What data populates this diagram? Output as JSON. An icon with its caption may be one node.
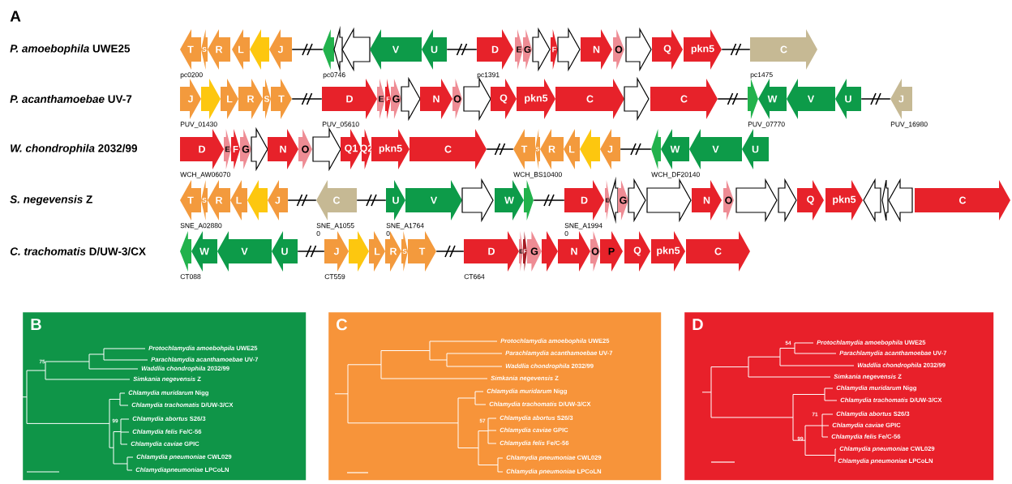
{
  "diagram": {
    "nodes": [
      {
        "text": [
          "T"
        ],
        "beside": [
          "pc0200"
        ]
      },
      {
        "text": [
          "S"
        ]
      },
      {
        "text": [
          "R"
        ]
      },
      {
        "text": [
          "L"
        ]
      },
      {
        "text": [],
        "shape": "arrow"
      },
      {
        "text": [
          "J"
        ]
      },
      {
        "text": [],
        "shape": "arrow",
        "beside": [
          "pc0746"
        ]
      },
      {
        "text": [],
        "shape": "arrow"
      },
      {
        "text": [],
        "shape": "arrow"
      },
      {
        "text": [
          "V"
        ]
      },
      {
        "text": [
          "U"
        ]
      },
      {
        "text": [
          "D"
        ],
        "beside": [
          "pc1391"
        ]
      },
      {
        "text": [
          "E"
        ]
      },
      {
        "text": [
          "G"
        ]
      },
      {
        "text": [],
        "shape": "arrow"
      },
      {
        "text": [
          "F"
        ]
      },
      {
        "text": [],
        "shape": "arrow"
      },
      {
        "text": [
          "N"
        ]
      },
      {
        "text": [
          "O"
        ]
      },
      {
        "text": [],
        "shape": "arrow"
      },
      {
        "text": [
          "Q"
        ]
      },
      {
        "text": [
          "pkn5"
        ]
      },
      {
        "text": [
          "C"
        ],
        "beside": [
          "pc1475"
        ]
      },
      {
        "text": [
          "J"
        ],
        "beside": [
          "PUV_01430"
        ]
      },
      {
        "text": [],
        "shape": "arrow"
      },
      {
        "text": [
          "L"
        ]
      },
      {
        "text": [
          "R"
        ]
      },
      {
        "text": [
          "S"
        ]
      },
      {
        "text": [
          "T"
        ]
      },
      {
        "text": [
          "D"
        ],
        "beside": [
          "PUV_05610"
        ]
      },
      {
        "text": [
          "E"
        ]
      },
      {
        "text": [
          "F"
        ]
      },
      {
        "text": [
          "G"
        ]
      },
      {
        "text": [],
        "shape": "arrow"
      },
      {
        "text": [
          "N"
        ]
      },
      {
        "text": [
          "O"
        ]
      },
      {
        "text": [],
        "shape": "arrow"
      },
      {
        "text": [
          "Q"
        ]
      },
      {
        "text": [
          "pkn5"
        ]
      },
      {
        "text": [
          "C"
        ]
      },
      {
        "text": [],
        "shape": "arrow"
      },
      {
        "text": [
          "C"
        ]
      },
      {
        "text": [],
        "shape": "arrow",
        "beside": [
          "PUV_07770"
        ]
      },
      {
        "text": [
          "W"
        ]
      },
      {
        "text": [
          "V"
        ]
      },
      {
        "text": [
          "U"
        ]
      },
      {
        "text": [
          "J"
        ],
        "beside": [
          "PUV_16980"
        ]
      },
      {
        "text": [
          "D"
        ],
        "beside": [
          "WCH_AW06070"
        ]
      },
      {
        "text": [
          "E"
        ]
      },
      {
        "text": [
          "F"
        ]
      },
      {
        "text": [
          "G"
        ]
      },
      {
        "text": [],
        "shape": "arrow"
      },
      {
        "text": [
          "N"
        ]
      },
      {
        "text": [
          "O"
        ]
      },
      {
        "text": [],
        "shape": "arrow"
      },
      {
        "text": [
          "Q1"
        ]
      },
      {
        "text": [
          "Q2"
        ]
      },
      {
        "text": [
          "pkn5"
        ]
      },
      {
        "text": [
          "C"
        ]
      },
      {
        "text": [
          "T"
        ],
        "beside": [
          "WCH_BS10400"
        ]
      },
      {
        "text": [
          "S"
        ]
      },
      {
        "text": [
          "R"
        ]
      },
      {
        "text": [
          "L"
        ]
      },
      {
        "text": [],
        "shape": "arrow"
      },
      {
        "text": [
          "J"
        ]
      },
      {
        "text": [],
        "shape": "arrow",
        "beside": [
          "WCH_DF20140"
        ]
      },
      {
        "text": [
          "W"
        ]
      },
      {
        "text": [
          "V"
        ]
      },
      {
        "text": [
          "U"
        ]
      },
      {
        "text": [
          "T"
        ],
        "beside": [
          "SNE_A02880"
        ]
      },
      {
        "text": [
          "S"
        ]
      },
      {
        "text": [
          "R"
        ]
      },
      {
        "text": [
          "L"
        ]
      },
      {
        "text": [],
        "shape": "arrow"
      },
      {
        "text": [
          "J"
        ]
      },
      {
        "text": [
          "C"
        ],
        "beside": [
          "SNE_A1055 0"
        ]
      },
      {
        "text": [
          "U"
        ],
        "beside": [
          "SNE_A1764 0"
        ]
      },
      {
        "text": [
          "V"
        ]
      },
      {
        "text": [],
        "shape": "arrow"
      },
      {
        "text": [
          "W"
        ]
      },
      {
        "text": [],
        "shape": "arrow"
      },
      {
        "text": [
          "D"
        ],
        "beside": [
          "SNE_A1994 0"
        ]
      },
      {
        "text": [
          "E"
        ]
      },
      {
        "text": [],
        "shape": "arrow"
      },
      {
        "text": [
          "G"
        ]
      },
      {
        "text": [],
        "shape": "arrow"
      },
      {
        "text": [],
        "shape": "arrow"
      },
      {
        "text": [
          "N"
        ]
      },
      {
        "text": [
          "O"
        ]
      },
      {
        "text": [],
        "shape": "arrow"
      },
      {
        "text": [],
        "shape": "arrow"
      },
      {
        "text": [
          "Q"
        ]
      },
      {
        "text": [
          "pkn5"
        ]
      },
      {
        "text": [],
        "shape": "arrow"
      },
      {
        "text": [],
        "shape": "arrow"
      },
      {
        "text": [],
        "shape": "arrow"
      },
      {
        "text": [
          "C"
        ]
      },
      {
        "text": [],
        "shape": "arrow",
        "beside": [
          "CT088"
        ]
      },
      {
        "text": [
          "W"
        ]
      },
      {
        "text": [
          "V"
        ]
      },
      {
        "text": [
          "U"
        ]
      },
      {
        "text": [
          "J"
        ],
        "beside": [
          "CT559"
        ]
      },
      {
        "text": [],
        "shape": "arrow"
      },
      {
        "text": [
          "L"
        ]
      },
      {
        "text": [
          "R"
        ]
      },
      {
        "text": [
          "S"
        ]
      },
      {
        "text": [
          "T"
        ]
      },
      {
        "text": [
          "D"
        ],
        "beside": [
          "CT664"
        ]
      },
      {
        "text": [
          "E"
        ]
      },
      {
        "text": [
          "F"
        ]
      },
      {
        "text": [
          "G"
        ]
      },
      {
        "text": [],
        "shape": "arrow"
      },
      {
        "text": [
          "N"
        ]
      },
      {
        "text": [
          "O"
        ]
      },
      {
        "text": [
          "P"
        ]
      },
      {
        "text": [
          "Q"
        ]
      },
      {
        "text": [
          "pkn5"
        ]
      },
      {
        "text": [
          "C"
        ]
      },
      {
        "text": [
          "B"
        ]
      },
      {
        "text": [
          "C"
        ]
      },
      {
        "text": [
          "D"
        ]
      }
    ],
    "edges": [
      {
        "from": 5,
        "to": 6,
        "arrow": "none"
      },
      {
        "from": 10,
        "to": 11,
        "arrow": "none"
      },
      {
        "from": 21,
        "to": 22,
        "arrow": "none"
      },
      {
        "from": 28,
        "to": 29,
        "arrow": "none"
      },
      {
        "from": 41,
        "to": 42,
        "arrow": "none"
      },
      {
        "from": 45,
        "to": 46,
        "arrow": "none"
      },
      {
        "from": 58,
        "to": 59,
        "arrow": "none"
      },
      {
        "from": 64,
        "to": 65,
        "arrow": "none"
      },
      {
        "from": 74,
        "to": 75,
        "arrow": "none"
      },
      {
        "from": 75,
        "to": 76,
        "arrow": "none"
      },
      {
        "from": 80,
        "to": 81,
        "arrow": "none"
      },
      {
        "from": 100,
        "to": 101,
        "arrow": "none"
      },
      {
        "from": 106,
        "to": 107,
        "arrow": "none"
      }
    ],
    "labels": [
      "A",
      "*P. amoebophila* UWE25",
      "*P. acanthamoebae* UV-7",
      "*W. chondrophila* 2032/99",
      "*S. negevensis* Z",
      "*C. trachomatis* D/UW-3/CX",
      "*Protochlamydia amoebohpila* UWE25",
      "*Parachlamydia acanthamoebae* UV-7",
      "*Waddlia chondrophila* 2032/99",
      "*Simkania negevensis* Z",
      "*Chlamydia muridarum* Nigg",
      "*Chlamydia trachomatis* D/UW-3/CX",
      "*Chlamydia abortus* S26/3",
      "*Chlamydia felis* Fe/C-56",
      "*Chlamydia caviae* GPIC",
      "*Chlamydia pneumoniae* CWL029",
      "*Chlamydiapneumoniae* LPCoLN",
      "75",
      "99",
      "*Protochlamydia amoebophila* UWE25",
      "*Parachlamydia acanthamoebae* UV-7",
      "*Waddlia chondrophila* 2032/99",
      "*Simkania negevensis* Z",
      "*Chlamydia muridarum* Nigg",
      "*Chlamydia trachomatis* D/UW-3/CX",
      "*Chlamydia abortus* S26/3",
      "*Chlamydia caviae* GPIC",
      "*Chlamydia felis* Fe/C-56",
      "*Chlamydia pneumoniae* CWL029",
      "*Chlamydia pneumoniae* LPCoLN",
      "57",
      "*Protochlamydia amoebophila* UWE25",
      "*Parachlamydia acanthamoebae* UV-7",
      "*Waddlia chondrophila* 2032/99",
      "*Simkania negevensis* Z",
      "*Chlamydia muridarum* Nigg",
      "*Chlamydia trachomatis* D/UW-3/CX",
      "*Chlamydia abortus* S26/3",
      "*Chlamydia caviae* GPIC",
      "*Chlamydia felis* Fe/C-56",
      "*Chlamydia pneumoniae* CWL029",
      "*Chlamydia pneumoniae* LPCoLN",
      "54",
      "71",
      "99"
    ]
  }
}
